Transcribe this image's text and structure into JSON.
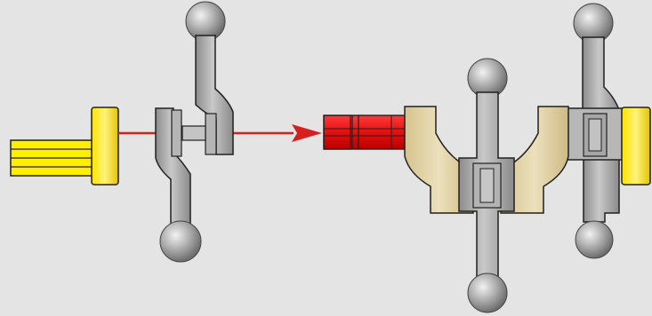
{
  "diagram": {
    "kind": "mechanical-assembly-instruction",
    "colors": {
      "background": "#e4e4e4",
      "axle_yellow": "#ffee00",
      "axle_yellow_dark": "#d4b400",
      "axle_connector_red": "#ee1111",
      "axle_connector_red_dark": "#8a0000",
      "crank_gray": "#a9a9a9",
      "crank_gray_dark": "#6f6f6f",
      "ball_gray": "#9b9b9b",
      "tan_part": "#e3d3a4",
      "tan_part_dark": "#8d7d52",
      "guide_arrow": "#d62020",
      "outline": "#202020"
    },
    "parts": [
      {
        "id": "yellow-axle-with-stop",
        "color_key": "axle_yellow"
      },
      {
        "id": "crank-pair-left",
        "color_key": "crank_gray"
      },
      {
        "id": "red-axle-connector",
        "color_key": "axle_connector_red"
      },
      {
        "id": "tan-u-bracket",
        "color_key": "tan_part"
      },
      {
        "id": "crank-center",
        "color_key": "crank_gray"
      },
      {
        "id": "crank-right",
        "color_key": "crank_gray"
      },
      {
        "id": "yellow-bush-right",
        "color_key": "axle_yellow"
      }
    ],
    "arrow": {
      "meaning": "insert-axle-direction",
      "icon": "arrow-right-icon"
    }
  }
}
